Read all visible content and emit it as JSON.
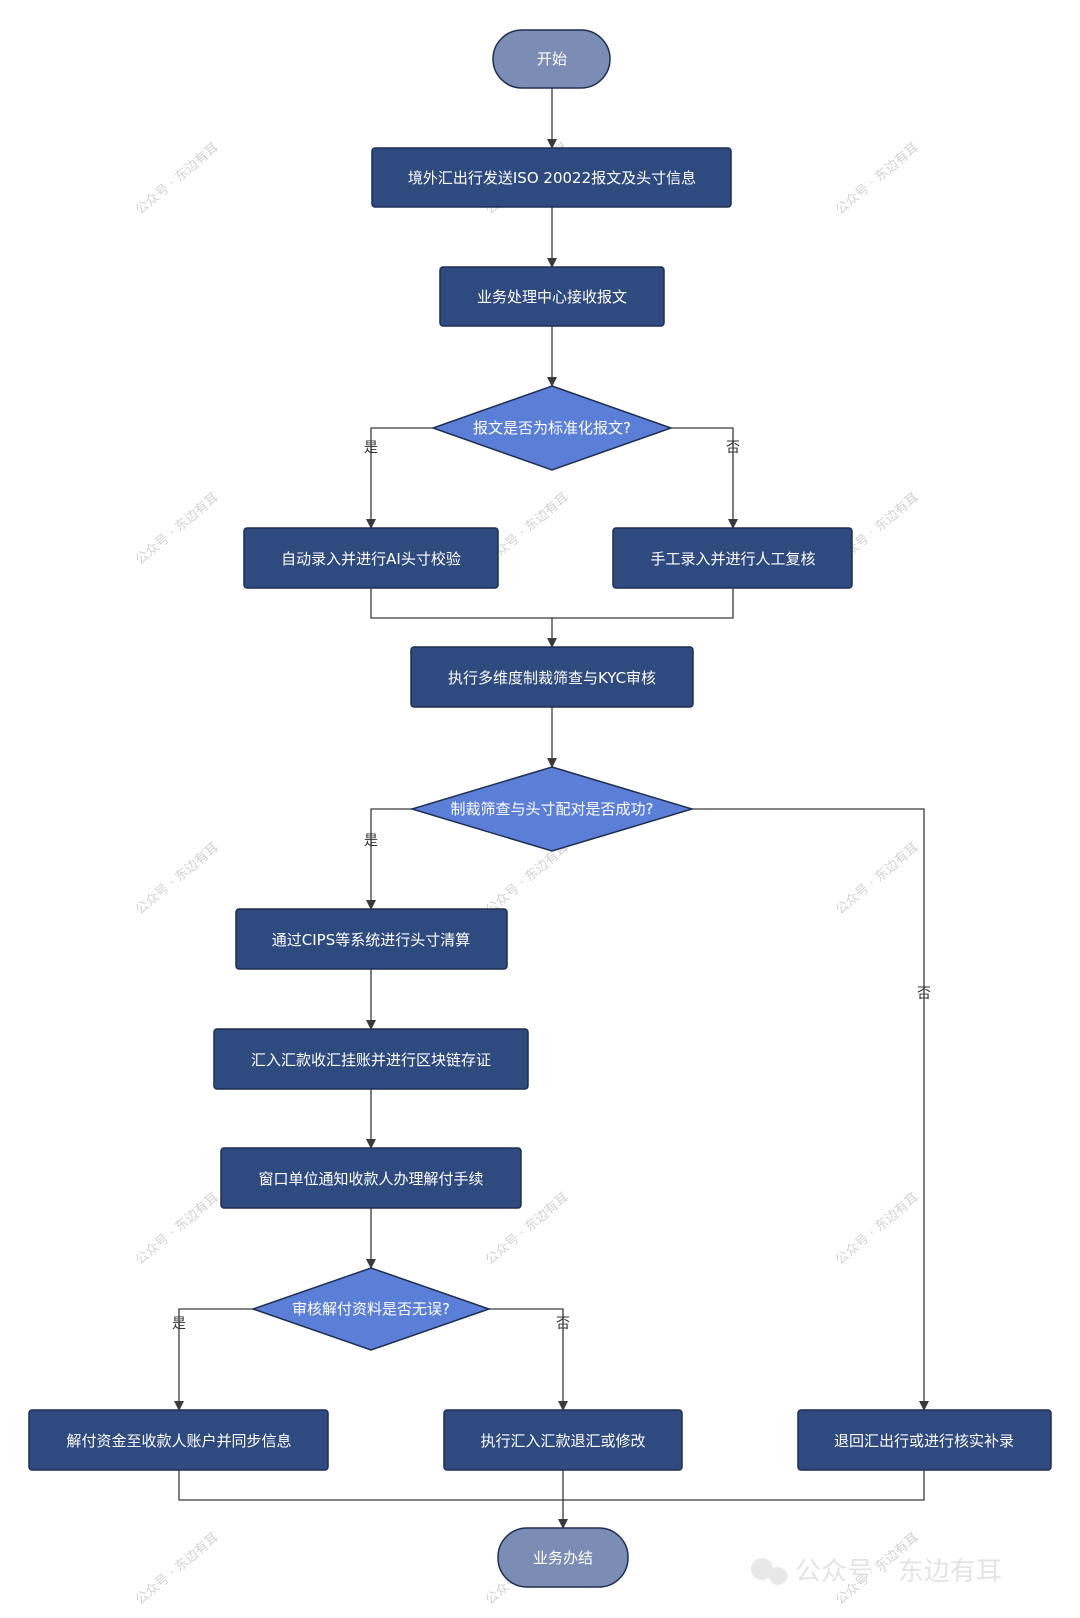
{
  "colors": {
    "terminal_fill": "#7b8cb5",
    "process_fill": "#2f4a7f",
    "decision_fill": "#5b7fd6",
    "stroke": "#1f2f52",
    "line": "#3a3a3a"
  },
  "nodes": {
    "start": "开始",
    "send": "境外汇出行发送ISO 20022报文及头寸信息",
    "receive": "业务处理中心接收报文",
    "decision_standard": "报文是否为标准化报文?",
    "auto_entry": "自动录入并进行AI头寸校验",
    "manual_entry": "手工录入并进行人工复核",
    "screening": "执行多维度制裁筛查与KYC审核",
    "decision_screening": "制裁筛查与头寸配对是否成功?",
    "cips": "通过CIPS等系统进行头寸清算",
    "blockchain": "汇入汇款收汇挂账并进行区块链存证",
    "notify": "窗口单位通知收款人办理解付手续",
    "decision_docs": "审核解付资料是否无误?",
    "payout": "解付资金至收款人账户并同步信息",
    "refund": "执行汇入汇款退汇或修改",
    "return": "退回汇出行或进行核实补录",
    "end": "业务办结"
  },
  "edge_labels": {
    "standard_yes": "是",
    "standard_no": "否",
    "screening_yes": "是",
    "screening_no": "否",
    "docs_yes": "是",
    "docs_no": "否"
  },
  "watermark": {
    "text": "公众号 · 东边有耳",
    "logo_text": "公众号 · 东边有耳"
  }
}
